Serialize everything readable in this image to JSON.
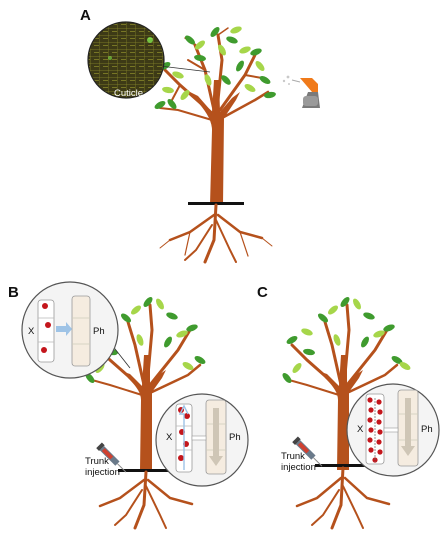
{
  "panels": [
    {
      "label": "A"
    },
    {
      "label": "B"
    },
    {
      "label": "C"
    }
  ],
  "labels": {
    "cuticle": "Cuticle",
    "xylem": "X",
    "phloem": "Ph",
    "trunk_injection_line1": "Trunk",
    "trunk_injection_line2": "injection"
  },
  "colors": {
    "trunk": "#b5511c",
    "leaf_dark": "#3f9b2e",
    "leaf_light": "#a6d64a",
    "root": "#b5511c",
    "particle": "#c4161c",
    "cuticle_bg": "#3a3a18",
    "arrow": "#9ec3e6"
  },
  "icons": {
    "sprayer": "spray-bottle-icon",
    "syringe": "syringe-icon"
  }
}
